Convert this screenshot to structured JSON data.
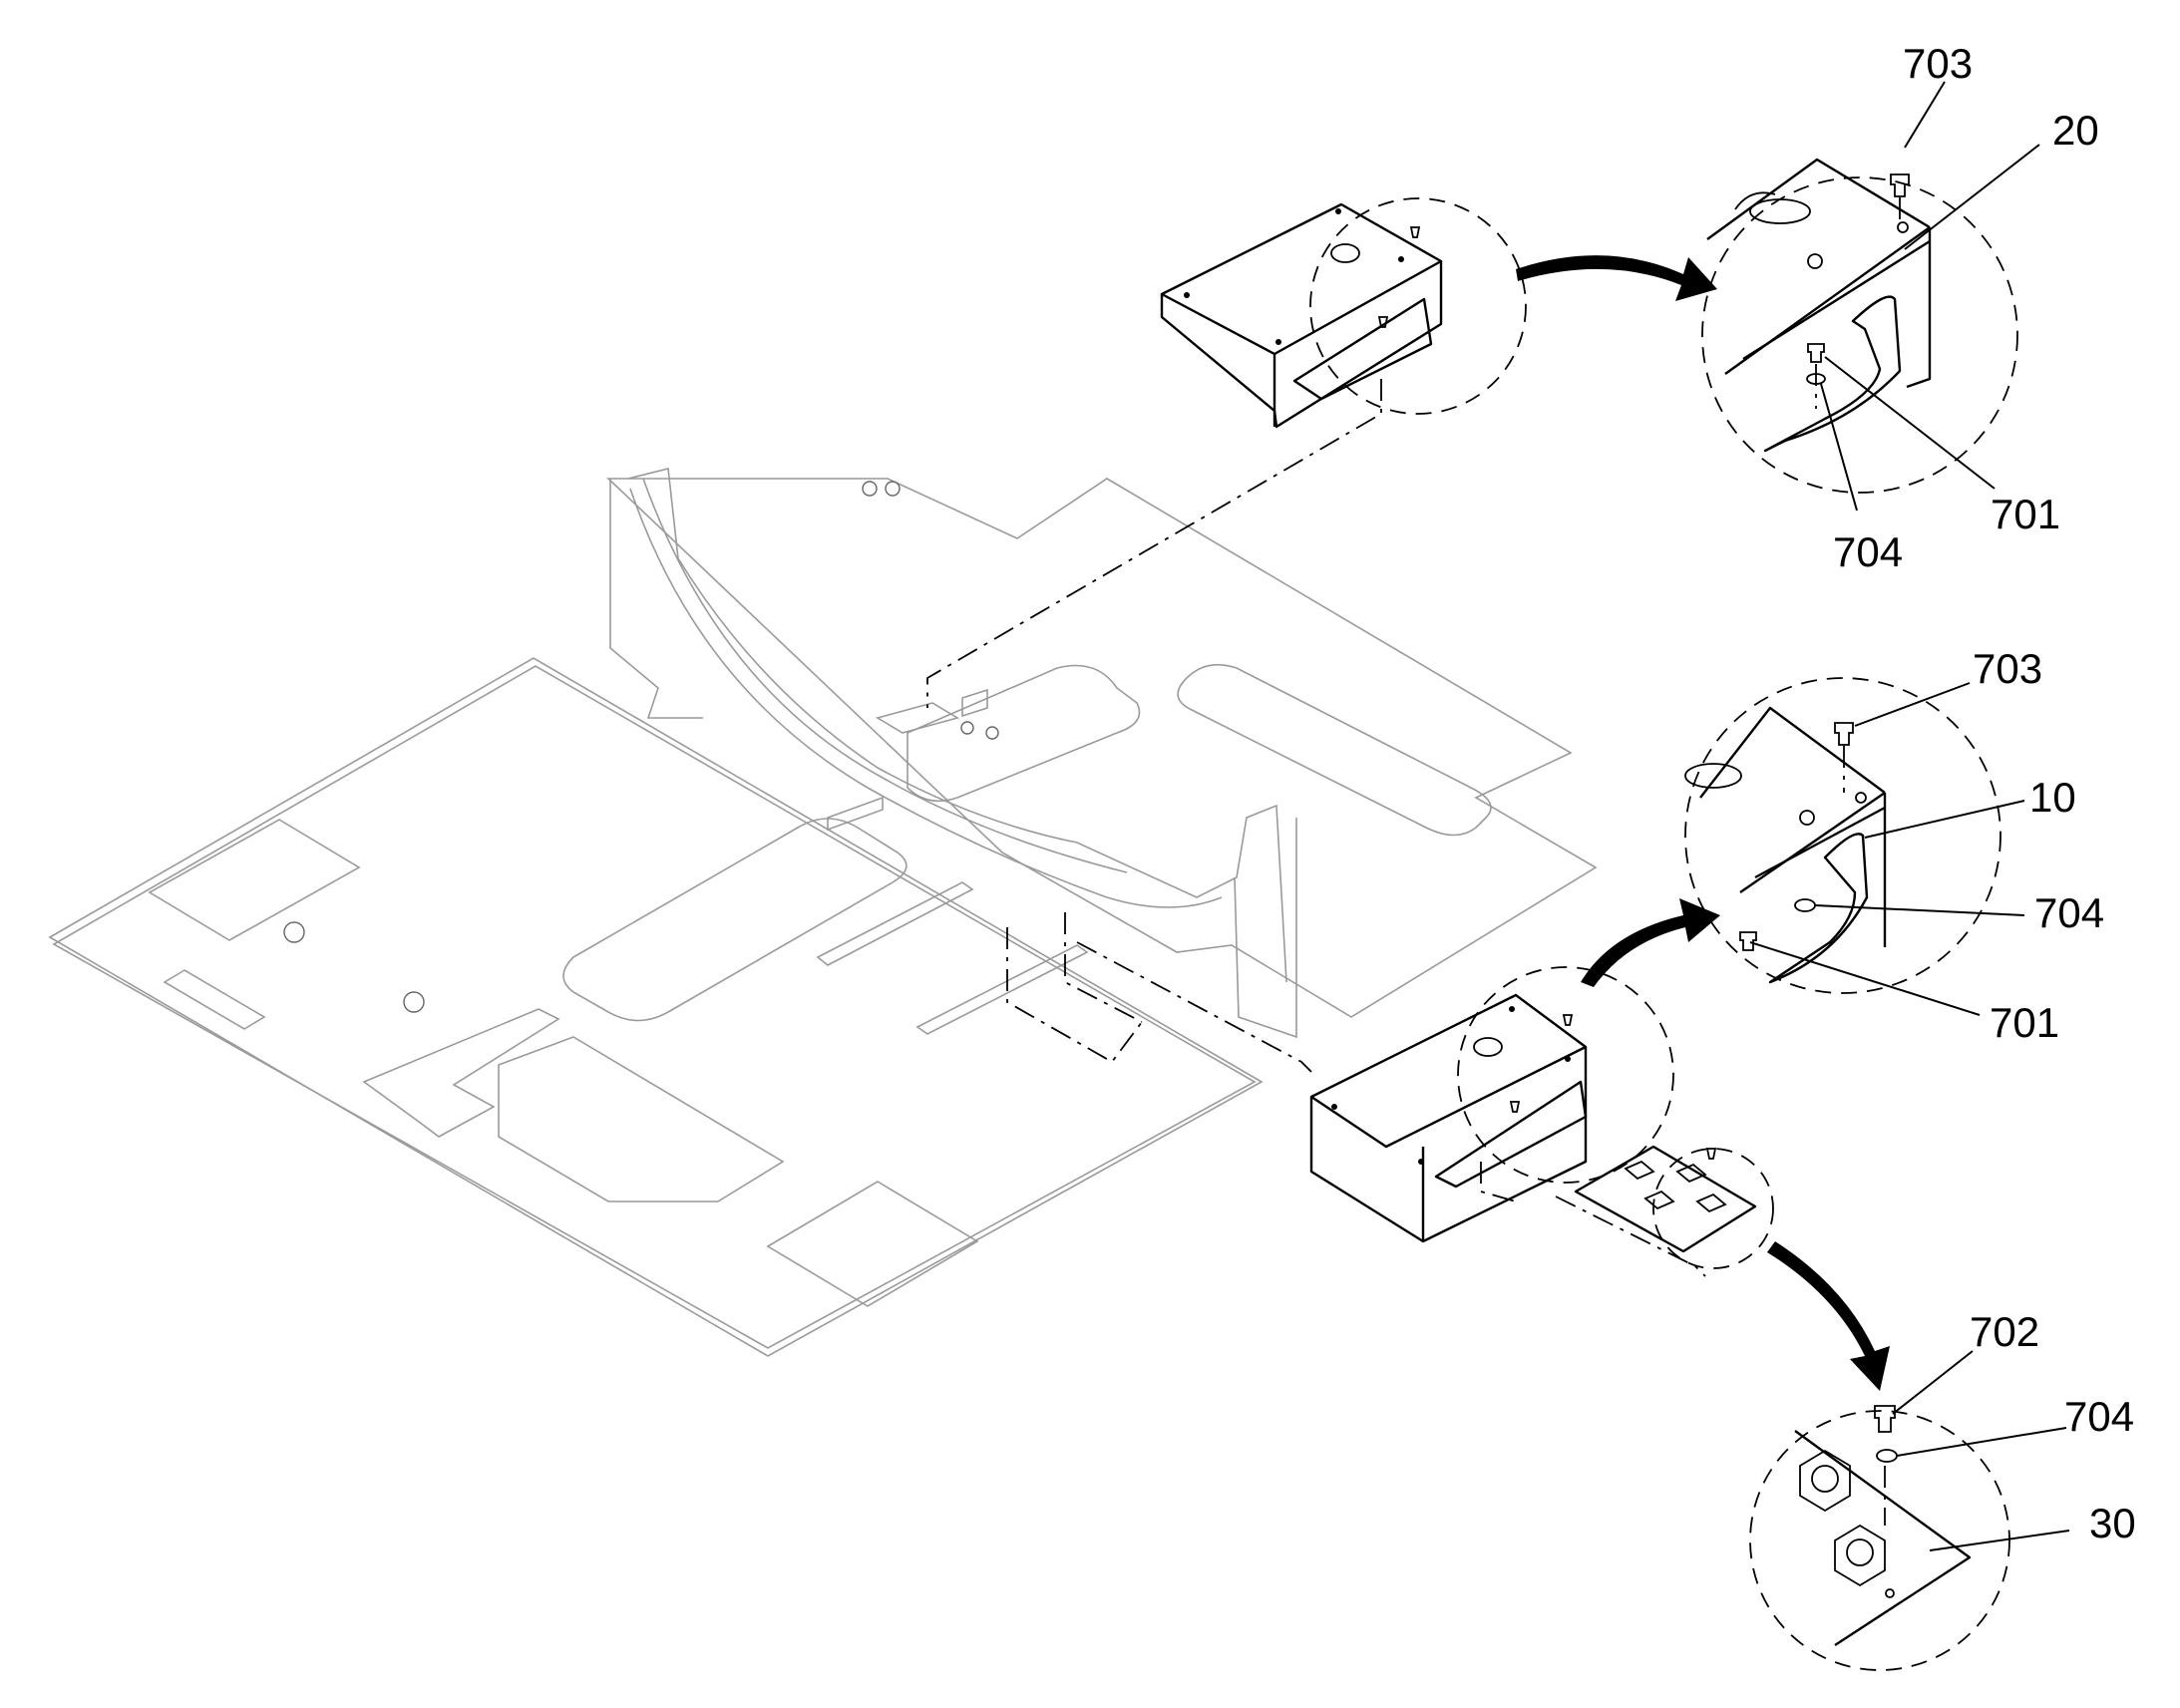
{
  "labels": {
    "top_detail": {
      "screw": "703",
      "cover": "20",
      "bolt": "701",
      "washer": "704"
    },
    "mid_detail": {
      "screw": "703",
      "cover": "10",
      "washer": "704",
      "bolt": "701"
    },
    "bottom_detail": {
      "bolt": "702",
      "washer": "704",
      "plate": "30"
    }
  }
}
